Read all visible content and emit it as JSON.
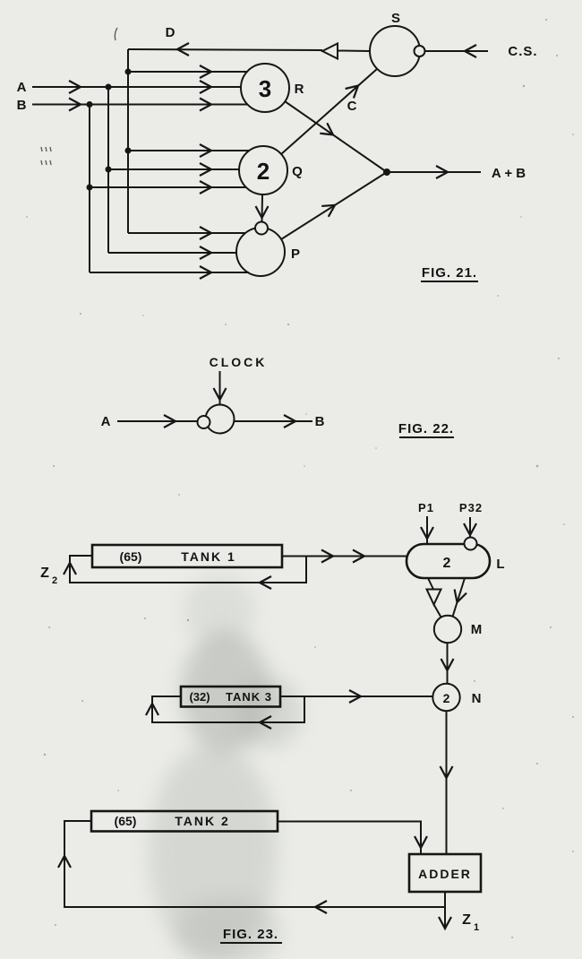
{
  "page": {
    "paper_color": "#ebece8",
    "ink_color": "#161616"
  },
  "fig21": {
    "caption": "FIG. 21.",
    "input_a": "A",
    "input_b": "B",
    "signal_d": "D",
    "signal_c": "C",
    "gate_r": {
      "value": "3",
      "label": "R"
    },
    "gate_q": {
      "value": "2",
      "label": "Q"
    },
    "gate_p": {
      "label": "P"
    },
    "gate_s": {
      "label": "S"
    },
    "carry_shift_input": "C.S.",
    "sum_output": "A + B"
  },
  "fig22": {
    "caption": "FIG. 22.",
    "clock_label": "CLOCK",
    "input_a": "A",
    "output_b": "B"
  },
  "fig23": {
    "caption": "FIG. 23.",
    "pulse_p1": "P1",
    "pulse_p32": "P32",
    "gate_l": {
      "value": "2",
      "label": "L"
    },
    "gate_m": {
      "label": "M"
    },
    "gate_n": {
      "value": "2",
      "label": "N"
    },
    "tank1": {
      "capacity": "(65)",
      "name": "TANK 1"
    },
    "tank3": {
      "capacity": "(32)",
      "name": "TANK 3"
    },
    "tank2": {
      "capacity": "(65)",
      "name": "TANK 2"
    },
    "adder_label": "ADDER",
    "output_z1": {
      "base": "Z",
      "sub": "1"
    },
    "output_z2": {
      "base": "Z",
      "sub": "2"
    }
  }
}
